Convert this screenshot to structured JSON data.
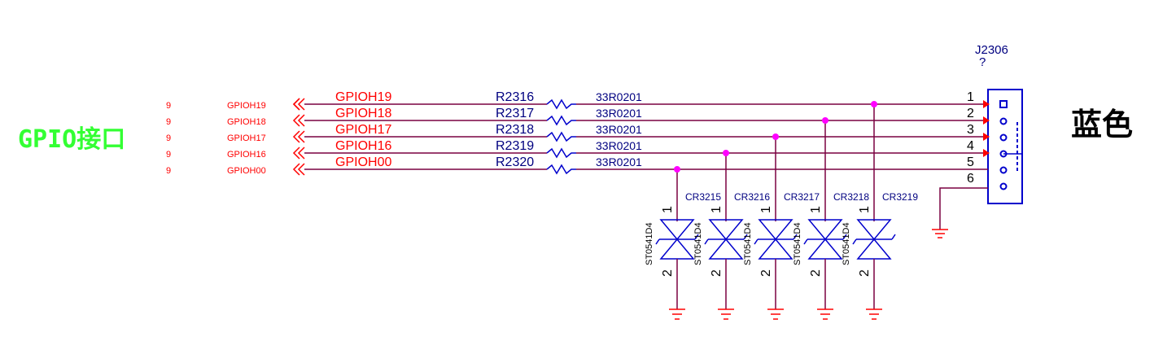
{
  "page_title_left": "GPIO接口",
  "page_title_right": "蓝色",
  "connector": {
    "ref": "J2306",
    "value": "?",
    "pins": [
      "1",
      "2",
      "3",
      "4",
      "5",
      "6"
    ]
  },
  "nets": [
    {
      "sheet": "9",
      "port": "GPIOH19",
      "label": "GPIOH19",
      "resistor": "R2316",
      "res_value": "33R0201",
      "pin": "1"
    },
    {
      "sheet": "9",
      "port": "GPIOH18",
      "label": "GPIOH18",
      "resistor": "R2317",
      "res_value": "33R0201",
      "pin": "2"
    },
    {
      "sheet": "9",
      "port": "GPIOH17",
      "label": "GPIOH17",
      "resistor": "R2318",
      "res_value": "33R0201",
      "pin": "3"
    },
    {
      "sheet": "9",
      "port": "GPIOH16",
      "label": "GPIOH16",
      "resistor": "R2319",
      "res_value": "33R0201",
      "pin": "4"
    },
    {
      "sheet": "9",
      "port": "GPIOH00",
      "label": "GPIOH00",
      "resistor": "R2320",
      "res_value": "33R0201",
      "pin": "5"
    }
  ],
  "tvs": [
    {
      "ref": "",
      "part": "ST0541D4",
      "pin1": "1",
      "pin2": "2"
    },
    {
      "ref": "CR3215",
      "part": "ST0541D4",
      "pin1": "1",
      "pin2": "2"
    },
    {
      "ref": "CR3216",
      "part": "ST0541D4",
      "pin1": "1",
      "pin2": "2"
    },
    {
      "ref": "CR3217",
      "part": "ST0541D4",
      "pin1": "1",
      "pin2": "2"
    },
    {
      "ref": "CR3218",
      "part": "ST0541D4",
      "pin1": "1",
      "pin2": "2"
    },
    {
      "ref": "CR3219",
      "part": "",
      "pin1": "",
      "pin2": ""
    }
  ],
  "colors": {
    "wire": "#7a0040",
    "net_label": "#ff0000",
    "part_label": "#000080",
    "component": "#0000cc",
    "junction": "#ff00ff",
    "title_left": "#33ff33"
  }
}
